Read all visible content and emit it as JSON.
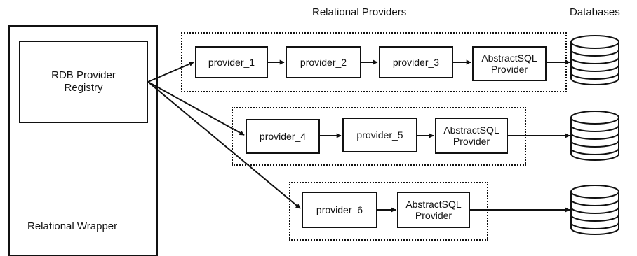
{
  "headers": {
    "relational_providers": "Relational Providers",
    "databases": "Databases"
  },
  "wrapper": {
    "label": "Relational Wrapper",
    "registry_line1": "RDB Provider",
    "registry_line2": "Registry"
  },
  "chains": [
    {
      "providers": [
        "provider_1",
        "provider_2",
        "provider_3"
      ],
      "abstract_line1": "AbstractSQL",
      "abstract_line2": "Provider"
    },
    {
      "providers": [
        "provider_4",
        "provider_5"
      ],
      "abstract_line1": "AbstractSQL",
      "abstract_line2": "Provider"
    },
    {
      "providers": [
        "provider_6"
      ],
      "abstract_line1": "AbstractSQL",
      "abstract_line2": "Provider"
    }
  ],
  "icons": {
    "database": "database-icon",
    "arrow": "arrow-icon"
  }
}
